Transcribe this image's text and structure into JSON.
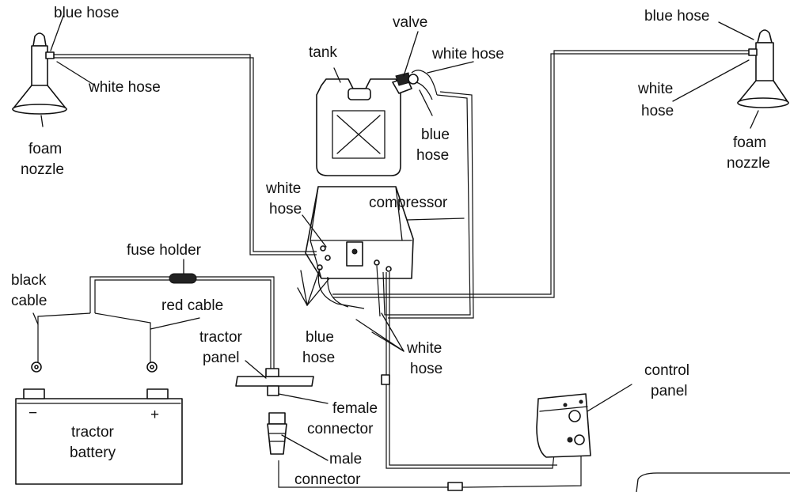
{
  "colors": {
    "line": "#111111",
    "background": "#ffffff"
  },
  "labels": {
    "blue_hose_left": "blue hose",
    "white_hose_left": "white hose",
    "foam_nozzle_left_1": "foam",
    "foam_nozzle_left_2": "nozzle",
    "tank": "tank",
    "valve": "valve",
    "white_hose_valve": "white hose",
    "blue_hose_valve_1": "blue",
    "blue_hose_valve_2": "hose",
    "blue_hose_right": "blue hose",
    "white_hose_right_1": "white",
    "white_hose_right_2": "hose",
    "foam_nozzle_right_1": "foam",
    "foam_nozzle_right_2": "nozzle",
    "white_hose_compressor_1": "white",
    "white_hose_compressor_2": "hose",
    "compressor": "compressor",
    "fuse_holder": "fuse holder",
    "black_cable_1": "black",
    "black_cable_2": "cable",
    "red_cable": "red cable",
    "tractor_panel_1": "tractor",
    "tractor_panel_2": "panel",
    "blue_hose_bottom_1": "blue",
    "blue_hose_bottom_2": "hose",
    "white_hose_bottom_1": "white",
    "white_hose_bottom_2": "hose",
    "control_panel_1": "control",
    "control_panel_2": "panel",
    "female_connector_1": "female",
    "female_connector_2": "connector",
    "tractor_battery_1": "tractor",
    "tractor_battery_2": "battery",
    "male_connector_1": "male",
    "male_connector_2": "connector",
    "battery_minus": "−",
    "battery_plus": "+"
  }
}
